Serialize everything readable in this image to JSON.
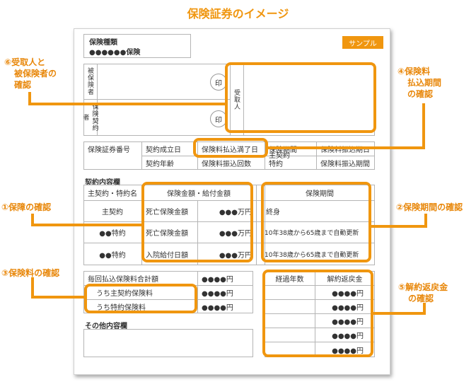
{
  "title": "保険証券のイメージ",
  "sample_label": "サンプル",
  "insurance_type": {
    "label": "保険種類",
    "value": "●●●●●●保険"
  },
  "parties": {
    "insured_label": "被保険者",
    "contractor_label": "保険契約者",
    "seal": "印",
    "beneficiary_label": "受取人"
  },
  "policy_table": {
    "row1": [
      "保険証券番号",
      "契約成立日",
      "保険料払込満了日",
      "保険期間",
      "保険料振込期日"
    ],
    "row2": [
      "契約年齢",
      "保険料振込回数",
      "主契約",
      "特約",
      "保険料振込期間"
    ]
  },
  "contract": {
    "section_title": "契約内容欄",
    "headers": [
      "主契約・特約名",
      "保険金額・給付金額",
      "保険期間"
    ],
    "rows": [
      {
        "name": "主契約",
        "benefit": "死亡保険金額",
        "amount": "●●●万円",
        "period": "終身"
      },
      {
        "name": "●●特約",
        "benefit": "死亡保険金額",
        "amount": "●●●万円",
        "period": "10年38歳から65歳まで自動更新"
      },
      {
        "name": "●●特約",
        "benefit": "入院給付日額",
        "amount": "●●●万円",
        "period": "10年38歳から65歳まで自動更新"
      }
    ]
  },
  "premium": {
    "rows": [
      {
        "label": "毎回払込保険料合計額",
        "value": "●●●●円"
      },
      {
        "label": "うち主契約保険料",
        "value": "●●●●円"
      },
      {
        "label": "うち特約保険料",
        "value": "●●●●円"
      }
    ]
  },
  "other": {
    "section_title": "その他内容欄"
  },
  "surrender": {
    "headers": [
      "経過年数",
      "解約返戻金"
    ],
    "values": [
      "●●●●円",
      "●●●●円",
      "●●●●円",
      "●●●●円",
      "●●●●円"
    ]
  },
  "callouts": {
    "c6": [
      "⑥受取人と",
      "被保険者の",
      "確認"
    ],
    "c4": [
      "④保険料",
      "払込期間",
      "の確認"
    ],
    "c1": "①保障の確認",
    "c2": "②保険期間の確認",
    "c3": "③保険料の確認",
    "c5": [
      "⑤解約返戻金",
      "の確認"
    ]
  },
  "colors": {
    "accent": "#F0960F",
    "callout_text": "#E8870A",
    "grid": "#b5b5b5"
  }
}
